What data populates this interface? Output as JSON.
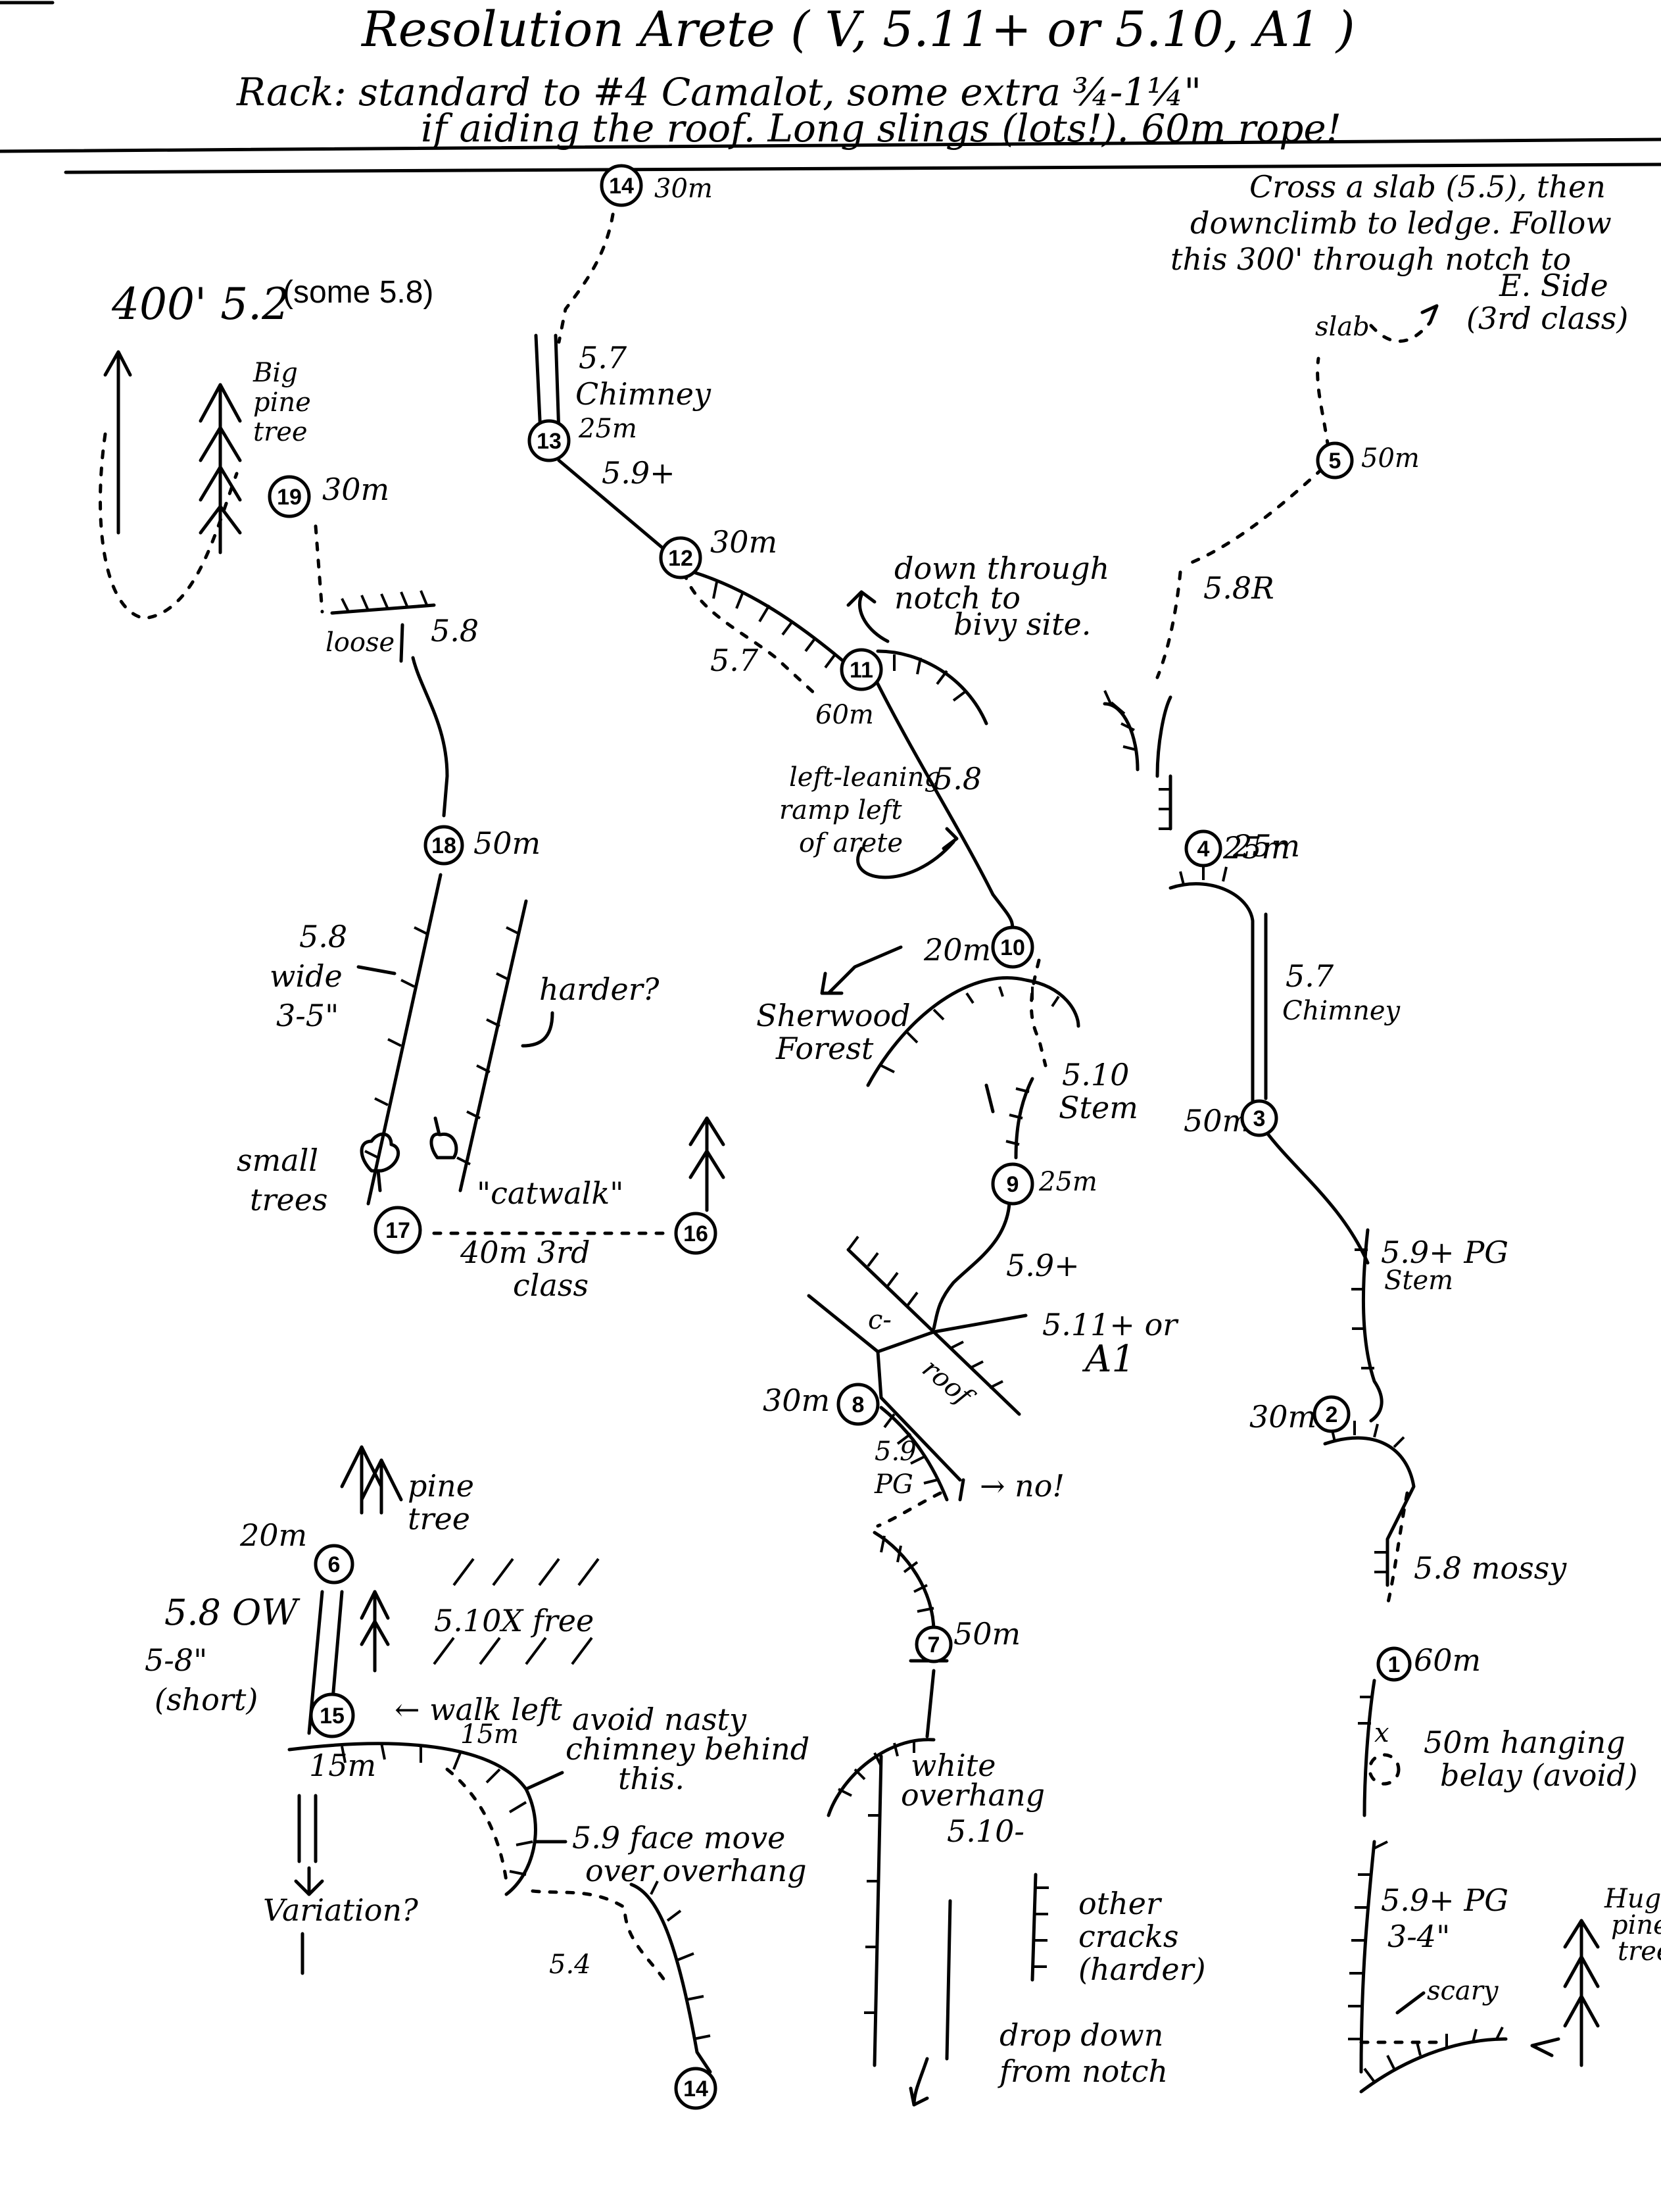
{
  "title": "Resolution Arete ( V, 5.11+ or 5.10, A1 )",
  "rack": {
    "line1": "Rack: standard to #4 Camalot, some extra ¾-1¼\"",
    "line2": "if aiding the roof. Long slings (lots!). 60m rope!"
  },
  "notes": {
    "top_right": [
      "Cross a slab (5.5), then",
      "downclimb to ledge. Follow",
      "this 300' through notch to",
      "E. Side",
      "(3rd class)"
    ],
    "descent": [
      "down through",
      "notch to",
      "bivy site."
    ],
    "ramp": [
      "left-leaning",
      "ramp left",
      "of arete"
    ],
    "hanging_belay": [
      "50m hanging",
      "belay (avoid)"
    ],
    "white_overhang": [
      "white",
      "overhang"
    ],
    "other_cracks": [
      "other",
      "cracks",
      "(harder)"
    ],
    "drop_down": [
      "drop down",
      "from notch"
    ],
    "avoid_chimney": [
      "avoid nasty",
      "chimney behind",
      "this."
    ],
    "face_move": [
      "5.9 face move",
      "over overhang"
    ],
    "walk_left": "← walk left",
    "big_pine": [
      "Big",
      "pine",
      "tree"
    ],
    "pine_tree": [
      "pine",
      "tree"
    ],
    "huge_pine": [
      "Huge",
      "pine",
      "tree"
    ],
    "small_trees": [
      "small",
      "trees"
    ],
    "catwalk": "\"catwalk\"",
    "catwalk_class": [
      "40m 3rd",
      "class"
    ],
    "wide": [
      "5.8",
      "wide",
      "3-5\""
    ],
    "harder": "harder?",
    "sherwood": [
      "Sherwood",
      "Forest"
    ],
    "variation": "Variation?",
    "ow": [
      "5.8 OW",
      "5-8\"",
      "(short)"
    ],
    "loose": "loose",
    "slab": "slab",
    "scary": "scary",
    "no": "→ no!",
    "roof": "roof",
    "top_left_grade": "400' 5.2",
    "top_left_sub": "(some 5.8)",
    "hard_free": "5.10X free"
  },
  "belays": [
    {
      "n": "1",
      "len": "60m"
    },
    {
      "n": "2",
      "len": "30m"
    },
    {
      "n": "3",
      "len": "50m"
    },
    {
      "n": "4",
      "len": "25m"
    },
    {
      "n": "5",
      "len": "50m"
    },
    {
      "n": "6",
      "len": "20m"
    },
    {
      "n": "7",
      "len": "50m"
    },
    {
      "n": "8",
      "len": "30m"
    },
    {
      "n": "9",
      "len": "25m"
    },
    {
      "n": "10",
      "len": "20m"
    },
    {
      "n": "11",
      "len": "60m"
    },
    {
      "n": "12",
      "len": "30m"
    },
    {
      "n": "13",
      "len": "25m"
    },
    {
      "n": "14",
      "len": "30m"
    },
    {
      "n": "15",
      "len": "15m"
    },
    {
      "n": "16",
      "len": ""
    },
    {
      "n": "17",
      "len": ""
    },
    {
      "n": "18",
      "len": "50m"
    },
    {
      "n": "19",
      "len": "30m"
    },
    {
      "n": "14",
      "len": ""
    }
  ],
  "pitch_grades": {
    "p1": "5.9+ PG",
    "p1_sub": "3-4\"",
    "p2": "5.8 mossy",
    "p3": "5.9+ PG",
    "p3_sub": "Stem",
    "p4": "5.7",
    "p4_sub": "Chimney",
    "p5": "5.8R",
    "p7": "5.10-",
    "p8": "5.9",
    "p8_sub": "PG",
    "p9_roof": "5.11+ or",
    "p9_roof_alt": "A1",
    "p9": "5.9+",
    "p10": "5.10",
    "p10_sub": "Stem",
    "p11": "5.8",
    "p12": "5.7",
    "p13": "5.9+",
    "p14": "5.7",
    "p14_sub": "Chimney",
    "p19": "5.8",
    "p15": "5.4",
    "hanging": "50m",
    "walk_len": "15m"
  }
}
